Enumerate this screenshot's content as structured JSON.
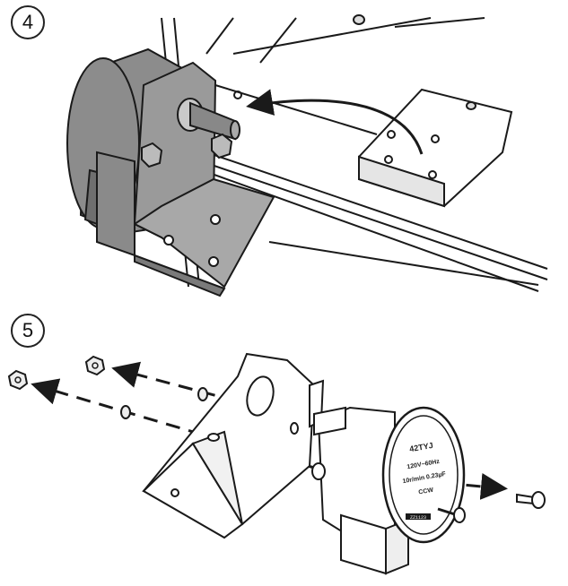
{
  "steps": [
    {
      "number": "4"
    },
    {
      "number": "5"
    }
  ],
  "motor_label": {
    "model": "42TYJ",
    "voltage": "120V~60Hz",
    "speed": "10r/min 0.23µF",
    "direction": "CCW",
    "barcode": "ZZ1123"
  },
  "colors": {
    "line": "#1a1a1a",
    "motor_body": "#8c8c8c",
    "motor_dark": "#6f6f6f",
    "bracket": "#9a9a9a",
    "bracket_light": "#b5b5b5",
    "frame": "#ffffff"
  }
}
